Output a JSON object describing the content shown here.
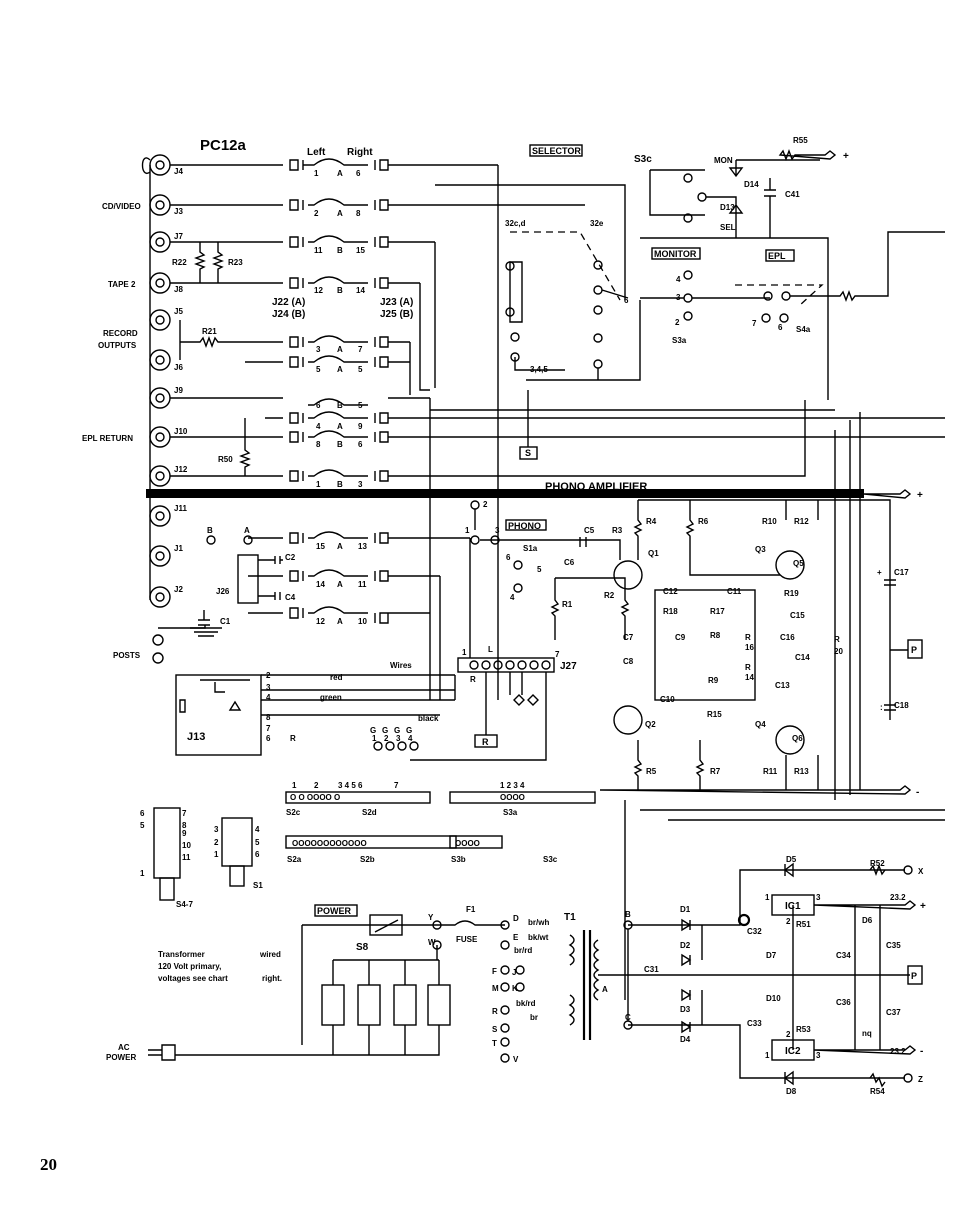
{
  "page_number": "20",
  "board": {
    "title": "PC12a"
  },
  "channels": {
    "left": "Left",
    "right": "Right"
  },
  "boxed_labels": {
    "selector": "SELECTOR",
    "monitor": "MONITOR",
    "epl": "EPL",
    "phono": "PHONO",
    "power": "POWER",
    "s": "S",
    "r": "R",
    "p": "P"
  },
  "sections": {
    "phono_amplifier": "PHONO AMPLIFIER"
  },
  "jack_labels": [
    "J4",
    "J3",
    "J7",
    "J8",
    "J5",
    "J6",
    "J9",
    "J10",
    "J12",
    "J11",
    "J1",
    "J2",
    "J13"
  ],
  "input_labels": {
    "cd_video": "CD/VIDEO",
    "tape2": "TAPE 2",
    "record_outputs": "RECORD\nOUTPUTS",
    "epl_return": "EPL RETURN",
    "posts": "POSTS",
    "ac_power": "AC\nPOWER"
  },
  "connector_labels": {
    "j22": "J22 (A)",
    "j24": "J24 (B)",
    "j23": "J23 (A)",
    "j25": "J25 (B)",
    "j26": "J26",
    "j27": "J27",
    "wires": "Wires"
  },
  "wire_colors": {
    "red": "red",
    "green": "green",
    "black": "black",
    "br_wh": "br/wh",
    "bk_wt": "bk/wt",
    "br_rd": "br/rd",
    "bk_rd": "bk/rd",
    "br": "br"
  },
  "transformer_note": [
    "Transformer",
    "wired",
    "120 Volt primary,",
    "voltages see chart",
    "right."
  ],
  "fuse": {
    "ref": "F1",
    "label": "FUSE"
  },
  "switch_labels": {
    "s3c": "S3c",
    "s3a": "S3a",
    "s4a": "S4a",
    "s1a": "S1a",
    "s8": "S8",
    "sel": "SEL",
    "mon": "MON",
    "s2c": "S2c",
    "s2d": "S2d",
    "s3a_row": "S3a",
    "s2a": "S2a",
    "s2b": "S2b",
    "s3b": "S3b",
    "s3c_row": "S3c",
    "s4_7": "S4-7",
    "s1": "S1",
    "t1": "T1"
  },
  "components": {
    "resistors": [
      "R55",
      "R22",
      "R23",
      "R21",
      "R50",
      "R4",
      "R3",
      "R6",
      "R10",
      "R12",
      "R1",
      "R2",
      "R18",
      "R17",
      "R19",
      "R8",
      "R16",
      "R20",
      "R9",
      "R14",
      "R15",
      "R5",
      "R7",
      "R11",
      "R13",
      "R51",
      "R52",
      "R53",
      "R54"
    ],
    "capacitors": [
      "C41",
      "C2",
      "C4",
      "C1",
      "C5",
      "C6",
      "C12",
      "C11",
      "C15",
      "C7",
      "C9",
      "C16",
      "C14",
      "C8",
      "C10",
      "C13",
      "C17",
      "C18",
      "C31",
      "C32",
      "C33",
      "C34",
      "C35",
      "C36",
      "C37"
    ],
    "transistors": [
      "Q1",
      "Q3",
      "Q5",
      "Q2",
      "Q4",
      "Q6"
    ],
    "diodes": [
      "D14",
      "D13",
      "D1",
      "D2",
      "D3",
      "D4",
      "D5",
      "D6",
      "D7",
      "D8",
      "D10"
    ],
    "ics": [
      "IC1",
      "IC2"
    ]
  },
  "rail_labels": {
    "plus": "+",
    "minus": "-",
    "v23p": "23.2",
    "v23m": "23.2",
    "x": "X",
    "z": "Z"
  }
}
